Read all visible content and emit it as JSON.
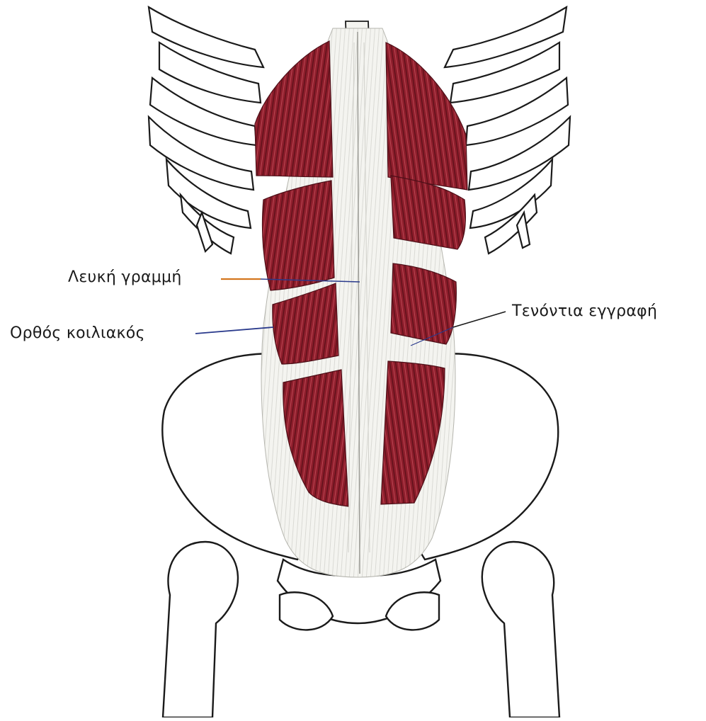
{
  "labels": {
    "linea_alba": "Λευκή γραμμή",
    "rectus_abdominis": "Ορθός κοιλιακός",
    "tendinous_intersection": "Τενόντια εγγραφή"
  },
  "colors": {
    "background": "#ffffff",
    "muscle": "#8e1e2c",
    "muscle_light": "#b8404c",
    "muscle_dark": "#4e0f18",
    "bone_outline": "#1a1a1a",
    "tendon": "#f2f2ee",
    "leader_line_orange": "#d4761f",
    "leader_line_blue": "#2a3a8c"
  }
}
